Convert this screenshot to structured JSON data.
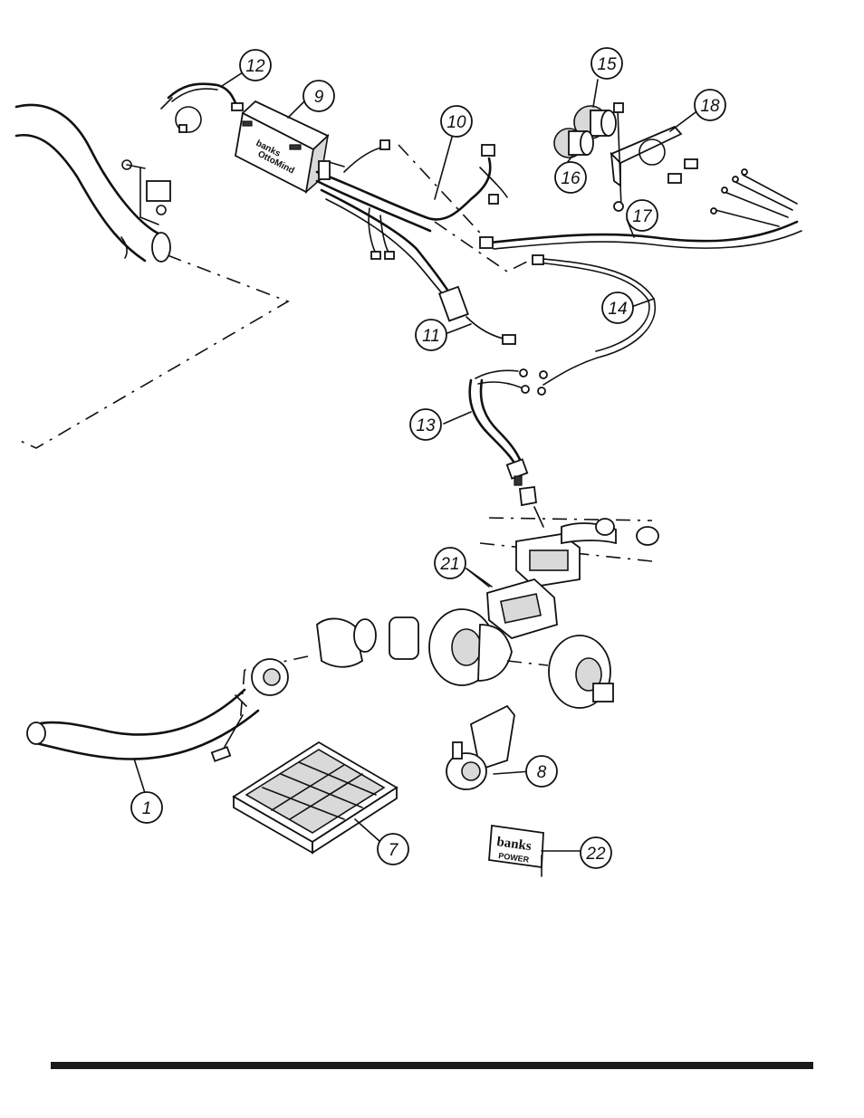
{
  "callouts": [
    {
      "id": "c12",
      "label": "12"
    },
    {
      "id": "c9",
      "label": "9"
    },
    {
      "id": "c10",
      "label": "10"
    },
    {
      "id": "c15",
      "label": "15"
    },
    {
      "id": "c18",
      "label": "18"
    },
    {
      "id": "c16",
      "label": "16"
    },
    {
      "id": "c17",
      "label": "17"
    },
    {
      "id": "c14",
      "label": "14"
    },
    {
      "id": "c11",
      "label": "11"
    },
    {
      "id": "c13",
      "label": "13"
    },
    {
      "id": "c21",
      "label": "21"
    },
    {
      "id": "c8",
      "label": "8"
    },
    {
      "id": "c1",
      "label": "1"
    },
    {
      "id": "c7",
      "label": "7"
    },
    {
      "id": "c22",
      "label": "22"
    }
  ],
  "module_label": {
    "line1": "banks",
    "line2": "OttoMind"
  },
  "decal_label": {
    "line1": "banks",
    "line2": "POWER"
  },
  "colors": {
    "ink": "#111111",
    "paper": "#ffffff",
    "rule": "#1a1a1a"
  }
}
